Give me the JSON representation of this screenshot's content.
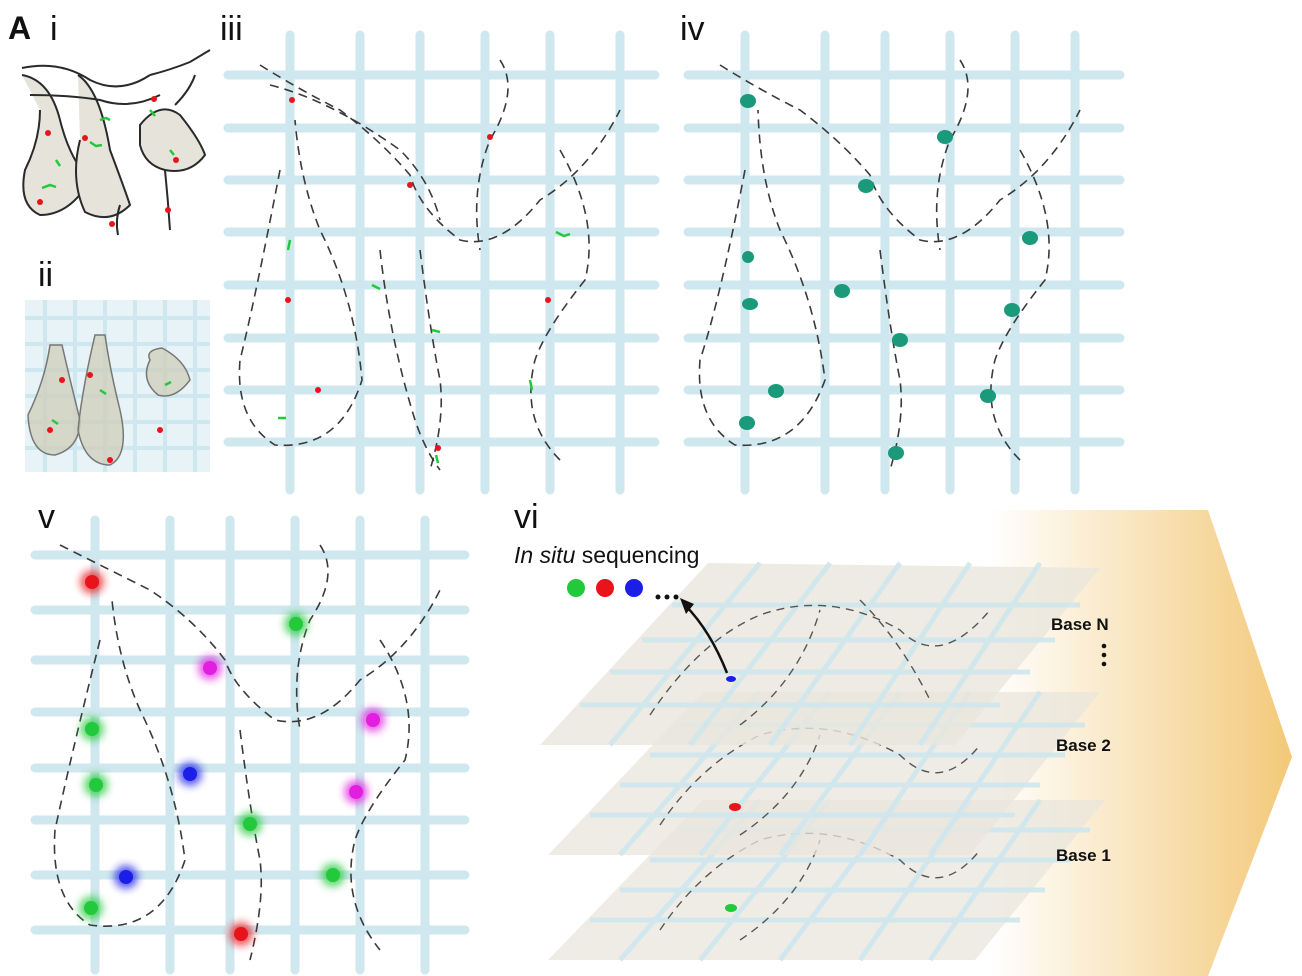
{
  "figure": {
    "panel_letter": "A",
    "subpanels": {
      "i": "i",
      "ii": "ii",
      "iii": "iii",
      "iv": "iv",
      "v": "v",
      "vi": "vi"
    },
    "sequencing": {
      "title_italic": "In situ",
      "title_rest": " sequencing",
      "base_labels": [
        "Base N",
        "Base 2",
        "Base 1"
      ],
      "colors": {
        "green": "#22c93a",
        "red": "#e8141c",
        "blue": "#1a1ee6",
        "magenta": "#e21ee0",
        "teal": "#1a9a7a",
        "gel": "#cfe7ee",
        "cell": "#e9e6dc",
        "gradient": "#f2c672"
      }
    }
  }
}
